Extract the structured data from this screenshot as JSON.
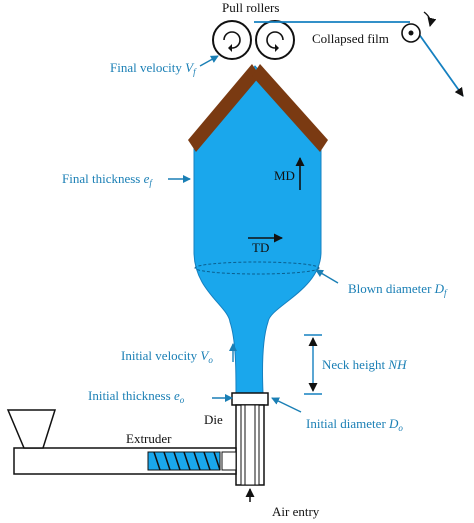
{
  "labels": {
    "pull_rollers": "Pull rollers",
    "collapsed_film": "Collapsed film",
    "final_velocity": "Final velocity",
    "final_velocity_sym": "V",
    "final_velocity_sub": "f",
    "final_thickness": "Final thickness",
    "final_thickness_sym": "e",
    "final_thickness_sub": "f",
    "md": "MD",
    "td": "TD",
    "blown_diameter": "Blown diameter",
    "blown_diameter_sym": "D",
    "blown_diameter_sub": "f",
    "initial_velocity": "Initial velocity",
    "initial_velocity_sym": "V",
    "initial_velocity_sub": "o",
    "neck_height": "Neck height",
    "neck_height_sym": "NH",
    "initial_thickness": "Initial thickness",
    "initial_thickness_sym": "e",
    "initial_thickness_sub": "o",
    "initial_diameter": "Initial diameter",
    "initial_diameter_sym": "D",
    "initial_diameter_sub": "o",
    "die": "Die",
    "extruder": "Extruder",
    "air_entry": "Air entry"
  },
  "colors": {
    "bubble": "#1aa7ec",
    "bubble_stroke": "#1580c0",
    "nip_boards": "#7a3a12",
    "label_text": "#1a7fb5",
    "line": "#111111"
  }
}
